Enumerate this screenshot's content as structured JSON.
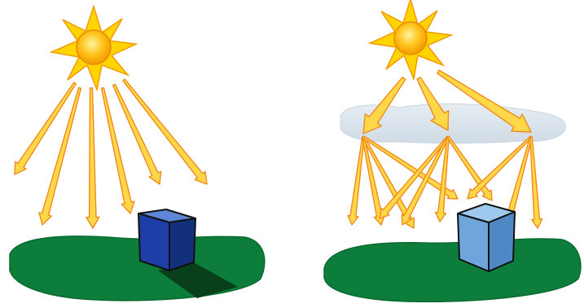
{
  "panels": [
    {
      "scene": "direct-sunlight",
      "shadow": "hard",
      "sky": "clear"
    },
    {
      "scene": "diffuse-sunlight",
      "shadow": "none",
      "sky": "cloud"
    }
  ],
  "colors": {
    "ground": "#0c7d3a",
    "ground_edge": "#0a6a30",
    "cube_front_dark": "#1f3fa8",
    "cube_top_dark": "#5f86d6",
    "cube_side_dark": "#13307d",
    "cube_front_light": "#6ea6dc",
    "cube_top_light": "#9fc8ee",
    "cube_side_light": "#4f88c5",
    "shadow": "#0a3f1c",
    "cloud": "#d8e2ea",
    "sun_core": "#ffb300",
    "sun_rays": "#ffd400",
    "arrow_fill": "#ffd84a",
    "arrow_stroke": "#f08a1c",
    "outline": "#111111"
  }
}
